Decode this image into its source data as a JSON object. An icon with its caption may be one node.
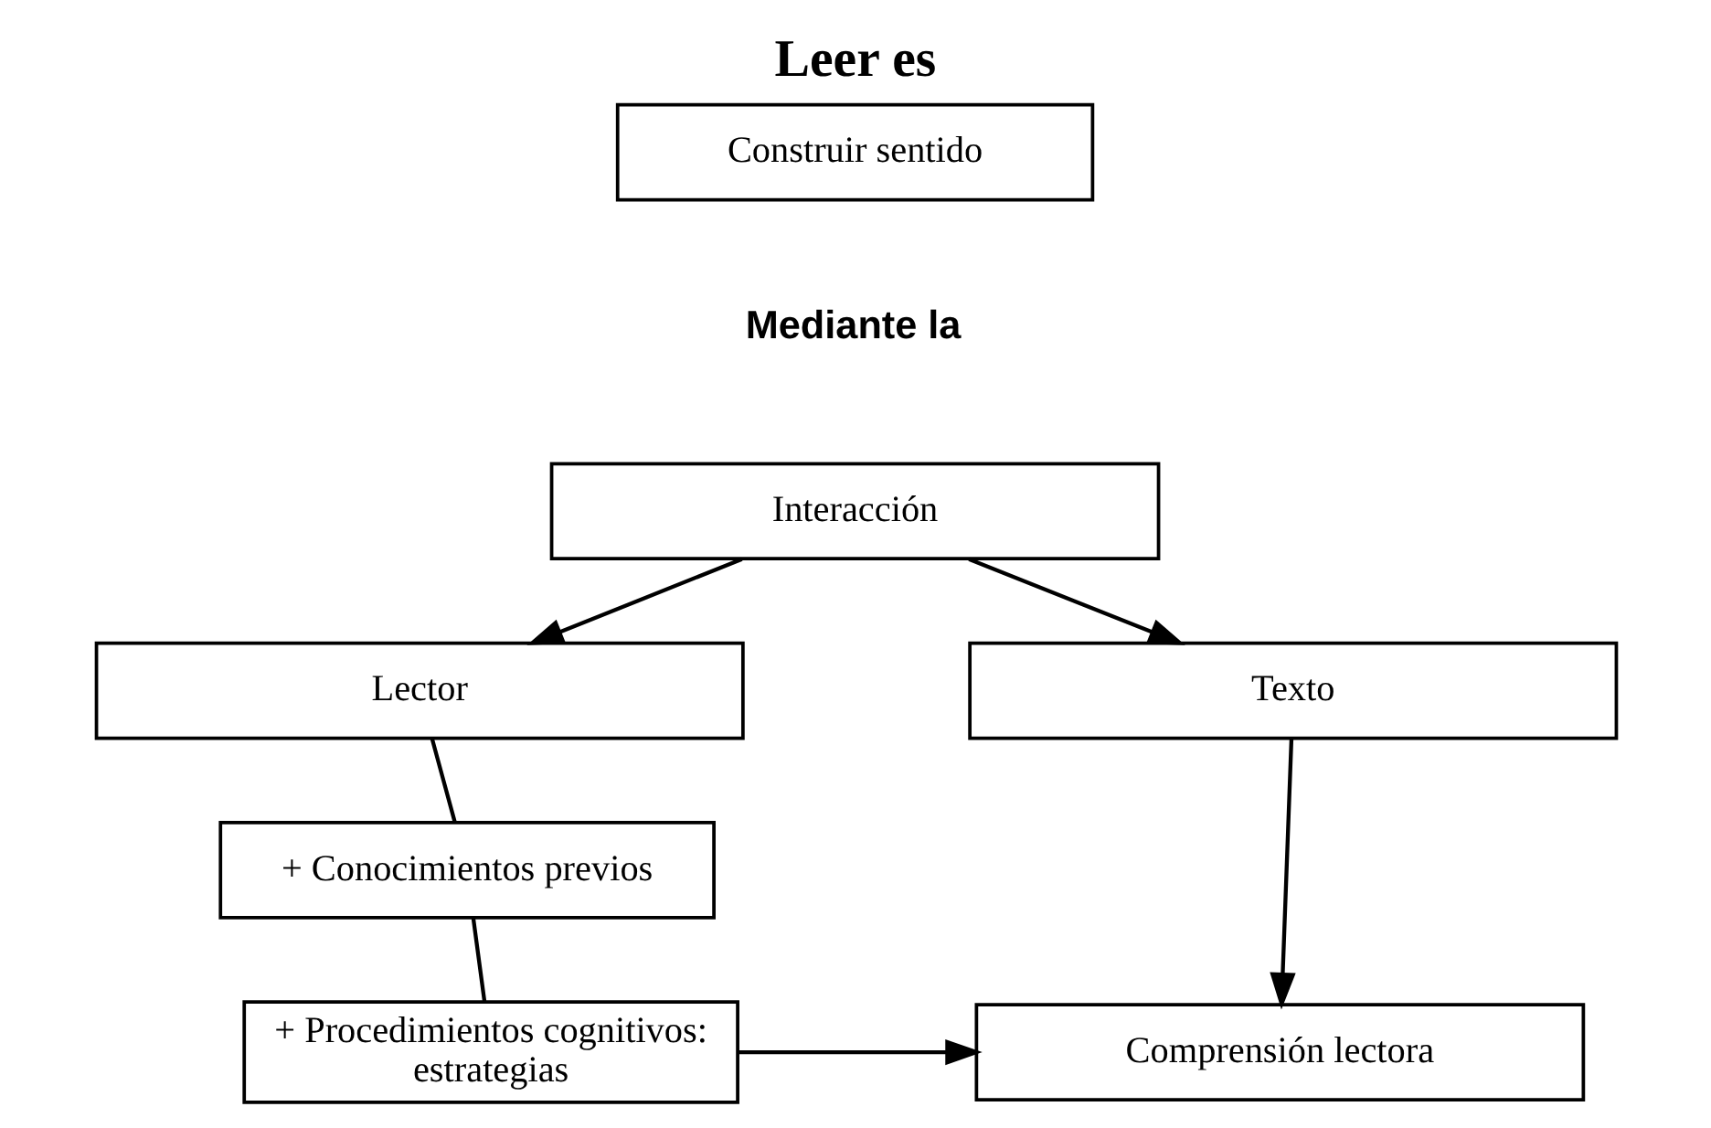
{
  "diagram": {
    "title": "Leer es",
    "nodes": [
      {
        "text": [
          "Construir sentido"
        ]
      },
      {
        "text": [
          "Interacción"
        ]
      },
      {
        "text": [
          "Lector"
        ]
      },
      {
        "text": [
          "Texto"
        ]
      },
      {
        "text": [
          "+ Conocimientos previos"
        ]
      },
      {
        "text": [
          "+ Procedimientos cognitivos: estrategias"
        ]
      },
      {
        "text": [
          "Comprensión lectora"
        ]
      }
    ],
    "edges": [
      {
        "from": 1,
        "to": 2,
        "arrow": "to"
      },
      {
        "from": 1,
        "to": 3,
        "arrow": "to"
      },
      {
        "from": 2,
        "to": 4,
        "arrow": "none"
      },
      {
        "from": 4,
        "to": 5,
        "arrow": "none"
      },
      {
        "from": 3,
        "to": 6,
        "arrow": "to"
      },
      {
        "from": 5,
        "to": 6,
        "arrow": "to"
      }
    ],
    "labels": [
      "Mediante la"
    ]
  }
}
